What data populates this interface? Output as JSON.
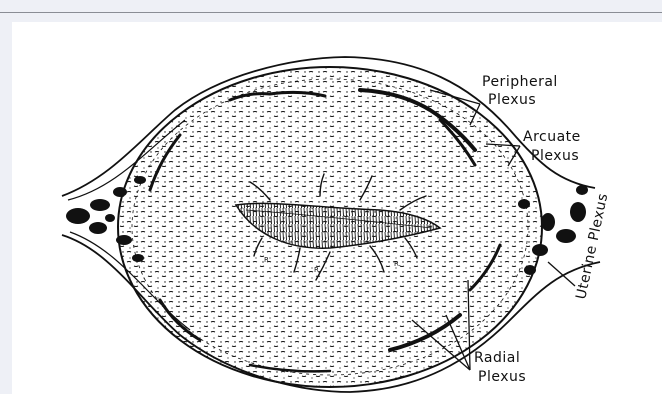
{
  "figure": {
    "labels": {
      "peripheral_line1": "Peripheral",
      "peripheral_line2": "Plexus",
      "arcuate_line1": "Arcuate",
      "arcuate_line2": "Plexus",
      "uterine": "Uterine Plexus",
      "radial_line1": "Radial",
      "radial_line2": "Plexus",
      "r_marker": "R."
    },
    "colors": {
      "ink": "#111111",
      "paper": "#ffffff",
      "frame": "#eef0f6"
    }
  }
}
